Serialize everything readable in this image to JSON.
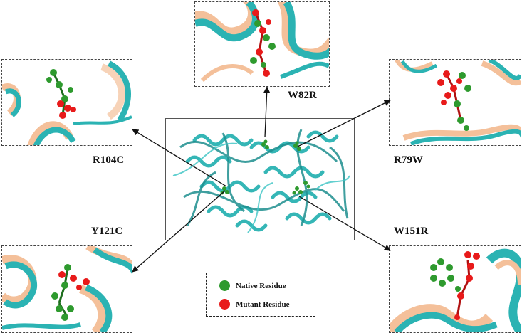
{
  "colors": {
    "native": "#2e9a2e",
    "mutant": "#e81a1a",
    "helix_teal": "#2bb3b3",
    "helix_peach": "#f4c09a"
  },
  "mutations": [
    {
      "id": "w82r",
      "label": "W82R"
    },
    {
      "id": "r104c",
      "label": "R104C"
    },
    {
      "id": "r79w",
      "label": "R79W"
    },
    {
      "id": "y121c",
      "label": "Y121C"
    },
    {
      "id": "w151r",
      "label": "W151R"
    }
  ],
  "legend": {
    "native_label": "Native Residue",
    "mutant_label": "Mutant Residue"
  }
}
